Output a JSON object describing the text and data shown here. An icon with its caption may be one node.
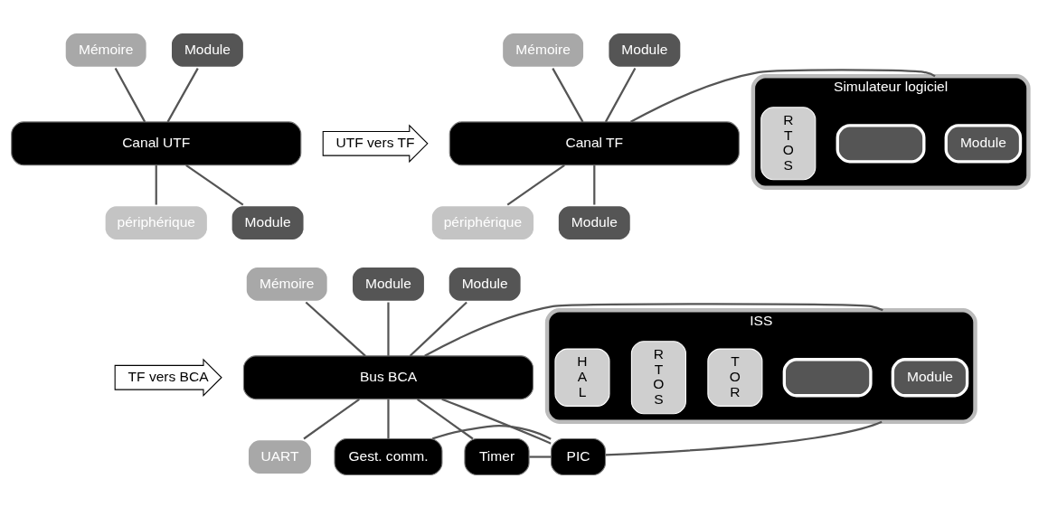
{
  "diagram": {
    "nodes": [
      {
        "text": [
          "Mémoire"
        ]
      },
      {
        "text": [
          "Module"
        ]
      },
      {
        "text": [
          "Canal UTF"
        ]
      },
      {
        "text": [
          "périphérique"
        ]
      },
      {
        "text": [
          "Module"
        ]
      },
      {
        "text": [
          "UTF vers TF"
        ]
      },
      {
        "text": [
          "Mémoire"
        ]
      },
      {
        "text": [
          "Module"
        ]
      },
      {
        "text": [
          "Canal TF"
        ]
      },
      {
        "text": [
          "périphérique"
        ]
      },
      {
        "text": [
          "Module"
        ]
      },
      {
        "text": [
          "Simulateur logiciel"
        ]
      },
      {
        "text": [
          "R T O S"
        ],
        "in": 11
      },
      {
        "text": [],
        "shape": "box",
        "in": 11
      },
      {
        "text": [
          "Module"
        ],
        "in": 11
      },
      {
        "text": [
          "TF vers BCA"
        ]
      },
      {
        "text": [
          "Mémoire"
        ]
      },
      {
        "text": [
          "Module"
        ]
      },
      {
        "text": [
          "Module"
        ]
      },
      {
        "text": [
          "Bus BCA"
        ]
      },
      {
        "text": [
          "ISS"
        ]
      },
      {
        "text": [
          "H A L"
        ],
        "in": 20
      },
      {
        "text": [
          "R T O S"
        ],
        "in": 20
      },
      {
        "text": [
          "T O R"
        ],
        "in": 20
      },
      {
        "text": [],
        "shape": "box",
        "in": 20
      },
      {
        "text": [
          "Module"
        ],
        "in": 20
      },
      {
        "text": [
          "UART"
        ]
      },
      {
        "text": [
          "Timer"
        ]
      },
      {
        "text": [
          "Gest. comm."
        ]
      },
      {
        "text": [
          "PIC"
        ]
      }
    ],
    "edges": [
      {
        "from": 0,
        "to": 2,
        "arrow": "none"
      },
      {
        "from": 1,
        "to": 2,
        "arrow": "none"
      },
      {
        "from": 2,
        "to": 3,
        "arrow": "none"
      },
      {
        "from": 2,
        "to": 4,
        "arrow": "none"
      },
      {
        "from": 6,
        "to": 8,
        "arrow": "none"
      },
      {
        "from": 7,
        "to": 8,
        "arrow": "none"
      },
      {
        "from": 8,
        "to": 9,
        "arrow": "none"
      },
      {
        "from": 8,
        "to": 10,
        "arrow": "none"
      },
      {
        "from": 8,
        "to": 11,
        "arrow": "none"
      },
      {
        "from": 16,
        "to": 19,
        "arrow": "none"
      },
      {
        "from": 17,
        "to": 19,
        "arrow": "none"
      },
      {
        "from": 18,
        "to": 19,
        "arrow": "none"
      },
      {
        "from": 19,
        "to": 20,
        "arrow": "none"
      },
      {
        "from": 19,
        "to": 26,
        "arrow": "none"
      },
      {
        "from": 19,
        "to": 27,
        "arrow": "none"
      },
      {
        "from": 19,
        "to": 28,
        "arrow": "none"
      },
      {
        "from": 19,
        "to": 29,
        "arrow": "none"
      },
      {
        "from": 28,
        "to": 29,
        "arrow": "none"
      },
      {
        "from": 29,
        "to": 20,
        "arrow": "none"
      },
      {
        "from": 27,
        "to": 29,
        "arrow": "none"
      }
    ]
  }
}
